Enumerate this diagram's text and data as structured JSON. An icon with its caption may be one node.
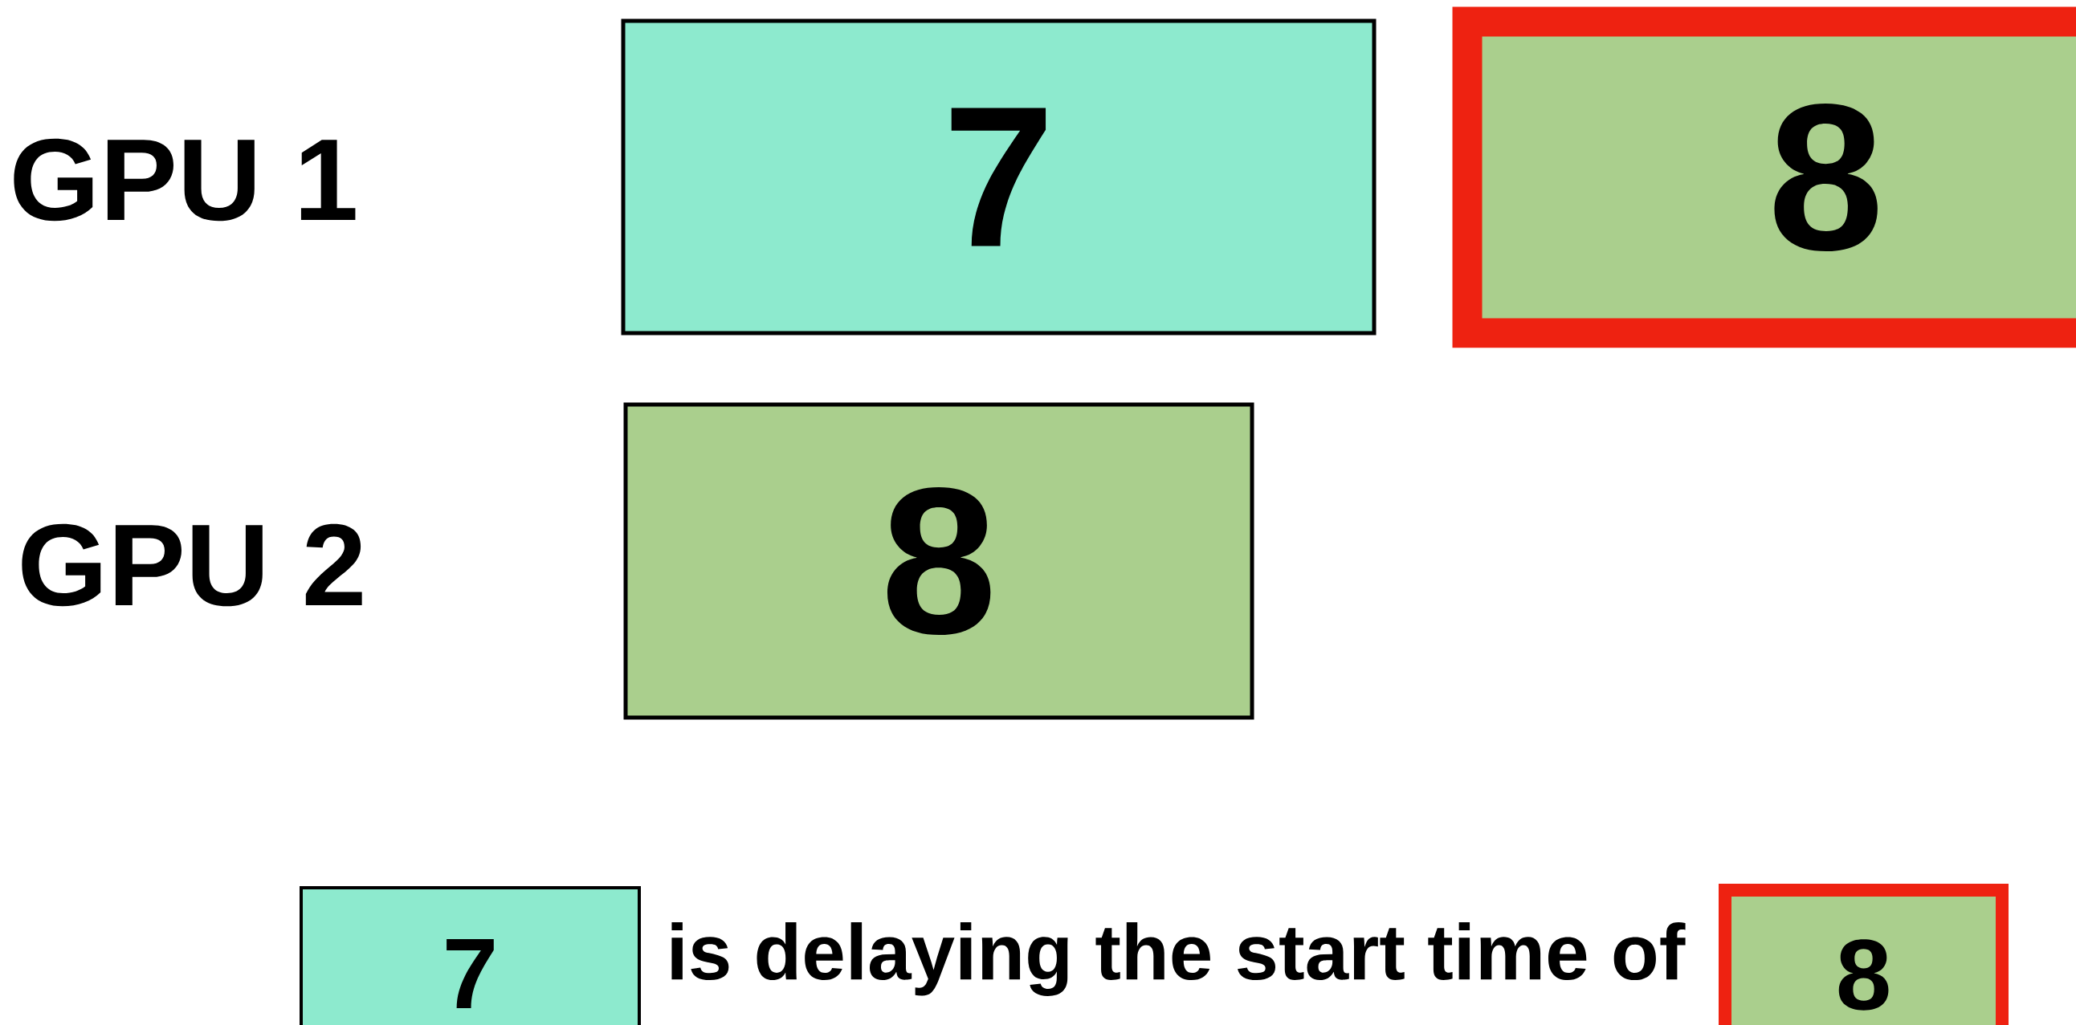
{
  "diagram": {
    "nodes": [
      {
        "text": [
          "7"
        ]
      },
      {
        "text": [
          "8"
        ]
      },
      {
        "text": [
          "8"
        ]
      },
      {
        "text": [
          "7"
        ]
      },
      {
        "text": [
          "8"
        ]
      }
    ],
    "labels": [
      "GPU 1",
      "GPU 2",
      "is delaying the start time of"
    ]
  }
}
